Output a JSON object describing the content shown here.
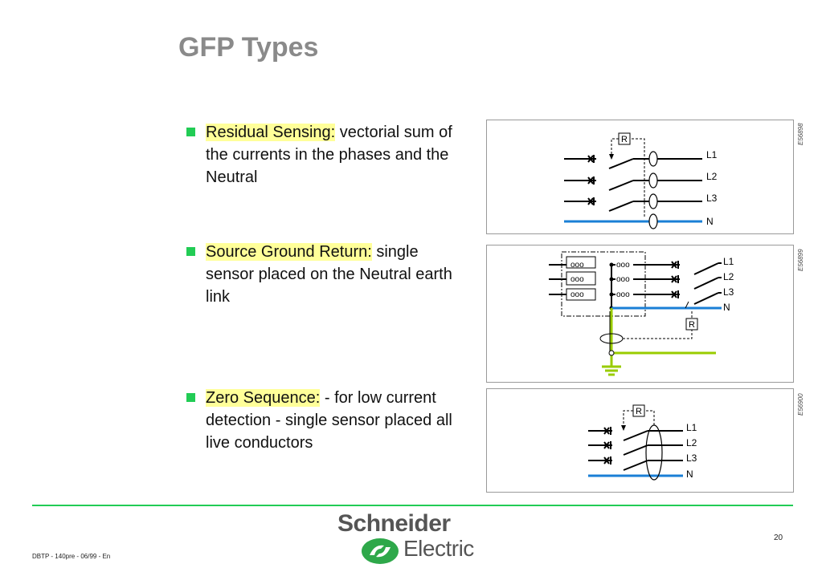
{
  "slide": {
    "title": "GFP Types",
    "bullets": [
      {
        "term": "Residual Sensing:",
        "rest": " vectorial sum of the currents in the phases and the Neutral"
      },
      {
        "term": "Source Ground Return:",
        "rest": " single sensor placed on the Neutral earth link"
      },
      {
        "term": "Zero Sequence:",
        "rest": " - for low current detection - single sensor placed all live conductors"
      }
    ],
    "diagrams": [
      {
        "code": "E56898",
        "relay": "R",
        "lines": [
          "L1",
          "L2",
          "L3",
          "N"
        ]
      },
      {
        "code": "E56899",
        "relay": "R",
        "lines": [
          "L1",
          "L2",
          "L3",
          "N"
        ]
      },
      {
        "code": "E56900",
        "relay": "R",
        "lines": [
          "L1",
          "L2",
          "L3",
          "N"
        ]
      }
    ]
  },
  "footer": {
    "text": "DBTP - 140pre - 06/99 - En",
    "page": "20"
  },
  "logo": {
    "line1": "Schneider",
    "line2": "Electric"
  },
  "colors": {
    "accent": "#22cc55",
    "highlight": "#ffff99",
    "neutral": "#1a7fd6",
    "earth": "#99cc00",
    "title": "#8a8a8a"
  }
}
